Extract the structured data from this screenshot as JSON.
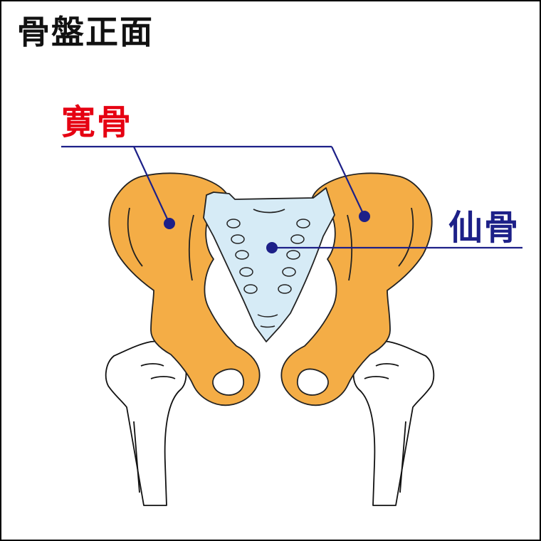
{
  "title": "骨盤正面",
  "labels": {
    "hip_bone": "寛骨",
    "sacrum": "仙骨"
  },
  "colors": {
    "hip_bone_fill": "#f4ad46",
    "sacrum_fill": "#d6ebf6",
    "hip_bone_label": "#e60012",
    "sacrum_label": "#1d2088",
    "leader_line": "#1d2088"
  }
}
